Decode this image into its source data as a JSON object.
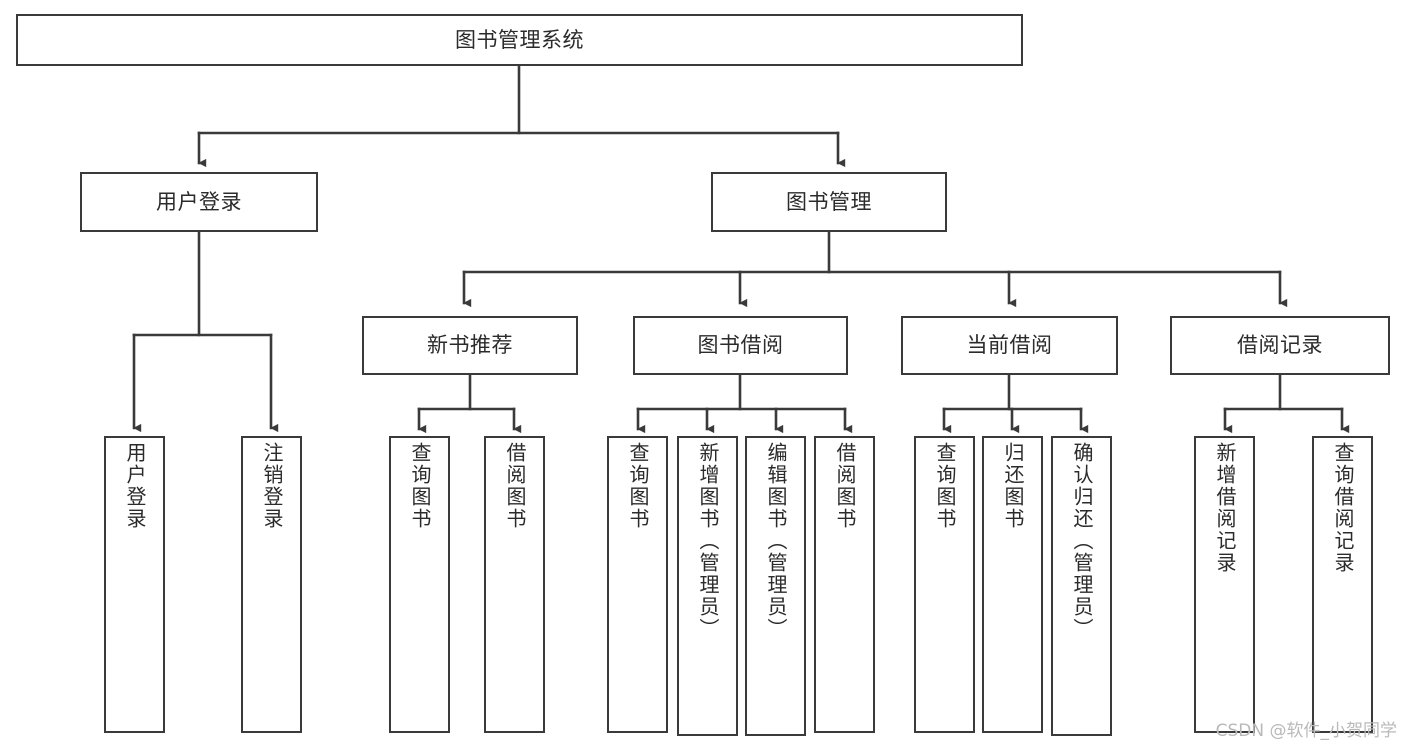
{
  "diagram": {
    "title": "图书管理系统",
    "type": "tree",
    "watermark": "CSDN @软件_小贺同学",
    "style": {
      "box_fill": "#ffffff",
      "box_stroke": "#3a3a3a",
      "edge_color": "#3a3a3a",
      "text_color": "#2b2b2b",
      "background": "#ffffff",
      "watermark_color": "#b9b9b9"
    },
    "root": {
      "label": "图书管理系统"
    },
    "level2": [
      {
        "label": "用户登录"
      },
      {
        "label": "图书管理"
      }
    ],
    "level3": [
      {
        "label": "新书推荐"
      },
      {
        "label": "图书借阅"
      },
      {
        "label": "当前借阅"
      },
      {
        "label": "借阅记录"
      }
    ],
    "leaves": {
      "user_login": [
        {
          "label": "用户登录"
        },
        {
          "label": "注销登录"
        }
      ],
      "new_book": [
        {
          "label": "查询图书"
        },
        {
          "label": "借阅图书"
        }
      ],
      "book_borrow": [
        {
          "label": "查询图书"
        },
        {
          "label": "新增图书（管理员）"
        },
        {
          "label": "编辑图书（管理员）"
        },
        {
          "label": "借阅图书"
        }
      ],
      "current_borrow": [
        {
          "label": "查询图书"
        },
        {
          "label": "归还图书"
        },
        {
          "label": "确认归还（管理员）"
        }
      ],
      "borrow_record": [
        {
          "label": "新增借阅记录"
        },
        {
          "label": "查询借阅记录"
        }
      ]
    }
  }
}
